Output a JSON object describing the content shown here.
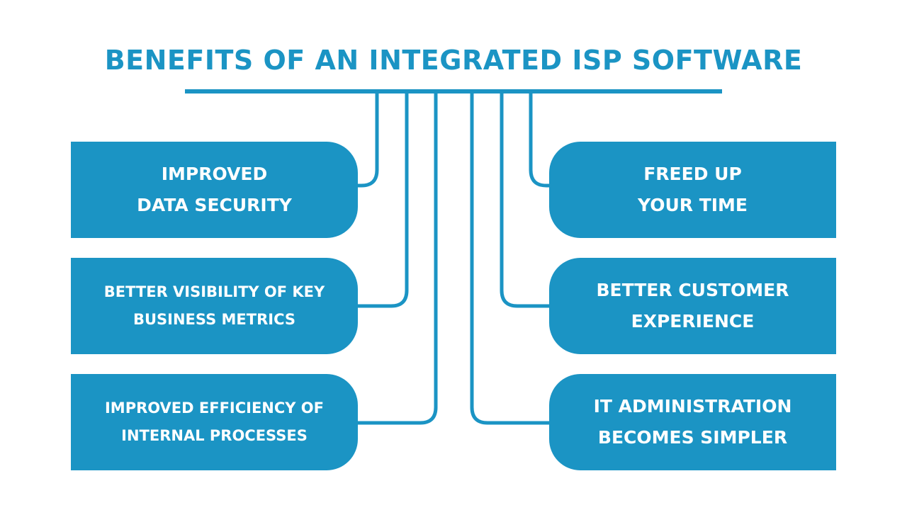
{
  "title": "BENEFITS OF AN INTEGRATED ISP SOFTWARE",
  "colors": {
    "accent": "#1b94c4",
    "card_text": "#ffffff",
    "background": "#ffffff"
  },
  "cards": {
    "left": [
      {
        "line1": "IMPROVED",
        "line2": "DATA SECURITY"
      },
      {
        "line1": "BETTER VISIBILITY OF KEY",
        "line2": "BUSINESS METRICS"
      },
      {
        "line1": "IMPROVED EFFICIENCY OF",
        "line2": "INTERNAL PROCESSES"
      }
    ],
    "right": [
      {
        "line1": "FREED UP",
        "line2": "YOUR TIME"
      },
      {
        "line1": "BETTER CUSTOMER",
        "line2": "EXPERIENCE"
      },
      {
        "line1": "IT ADMINISTRATION",
        "line2": "BECOMES SIMPLER"
      }
    ]
  }
}
